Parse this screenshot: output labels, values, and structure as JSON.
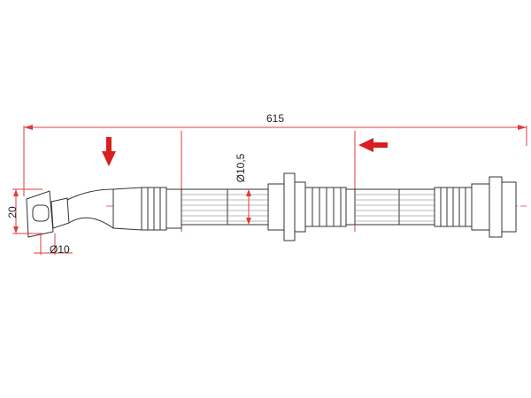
{
  "dimensions": {
    "overall_length": "615",
    "hose_diameter": "Ø10,5",
    "fitting_height": "20",
    "hole_diameter": "Ø10"
  },
  "colors": {
    "dimension_lines": "#e23b3b",
    "arrows": "#d81e1e",
    "outline": "#333333"
  },
  "icons": {
    "marker_down": "down-arrow-icon",
    "marker_left": "left-arrow-icon"
  }
}
